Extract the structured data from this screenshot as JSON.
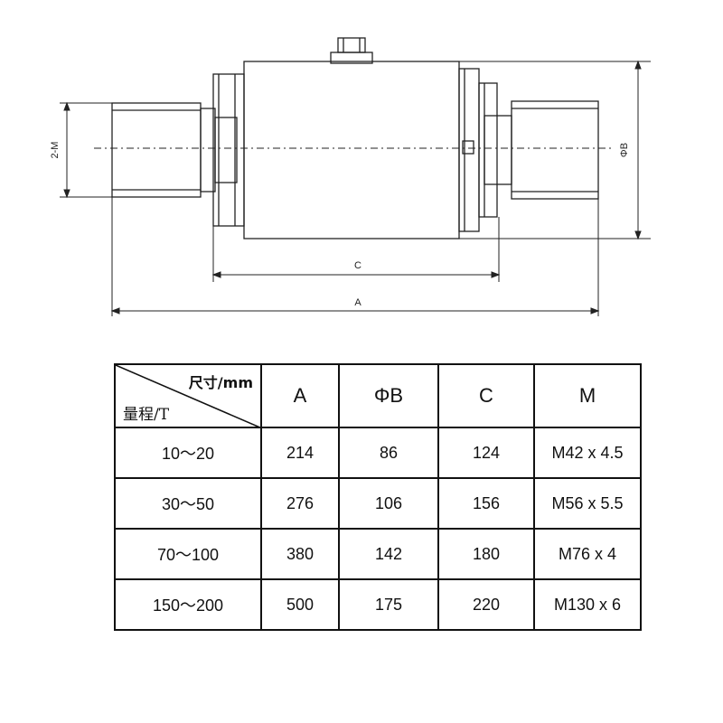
{
  "drawing": {
    "dim_labels": {
      "m": "2-M",
      "b": "ΦB",
      "c": "C",
      "a": "A"
    }
  },
  "table": {
    "corner_top": "尺寸/mm",
    "corner_bottom": "量程/T",
    "headers": [
      "A",
      "ΦB",
      "C",
      "M"
    ],
    "rows": [
      {
        "range": "10～20",
        "a": "214",
        "b": "86",
        "c": "124",
        "m": "M42 x 4.5"
      },
      {
        "range": "30～50",
        "a": "276",
        "b": "106",
        "c": "156",
        "m": "M56 x 5.5"
      },
      {
        "range": "70～100",
        "a": "380",
        "b": "142",
        "c": "180",
        "m": "M76 x 4"
      },
      {
        "range": "150～200",
        "a": "500",
        "b": "175",
        "c": "220",
        "m": "M130 x 6"
      }
    ]
  }
}
